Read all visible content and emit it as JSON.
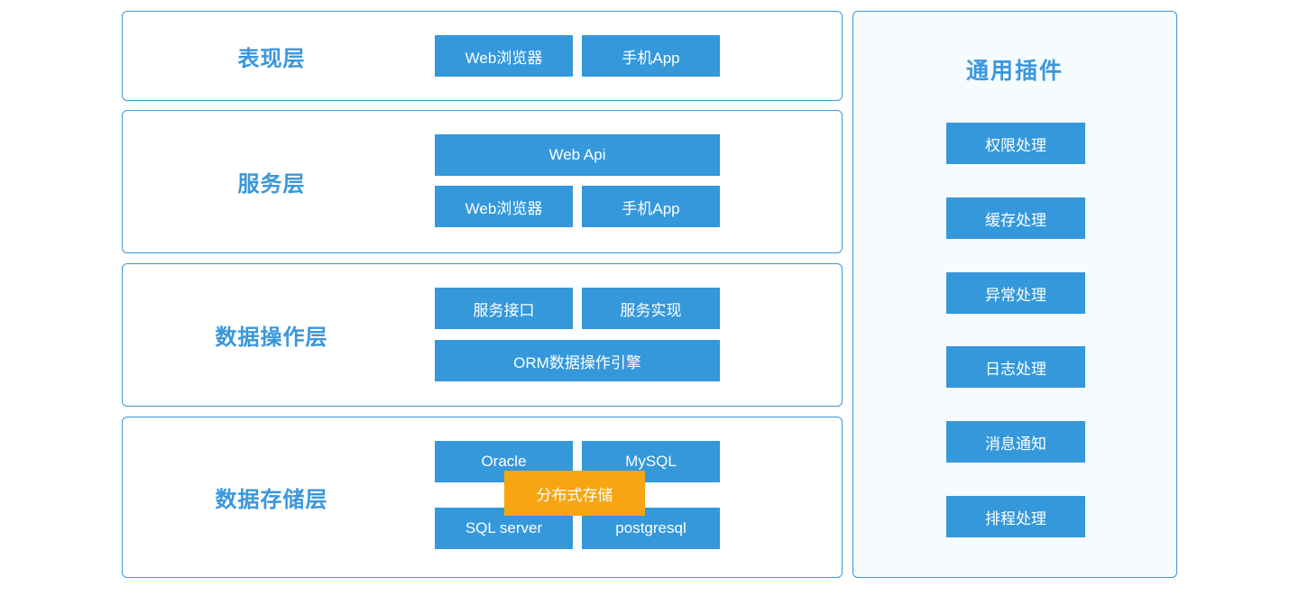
{
  "layers": [
    {
      "label": "表现层",
      "buttons": [
        "Web浏览器",
        "手机App"
      ]
    },
    {
      "label": "服务层",
      "buttons": [
        "Web Api",
        "Web浏览器",
        "手机App"
      ]
    },
    {
      "label": "数据操作层",
      "buttons": [
        "服务接口",
        "服务实现",
        "ORM数据操作引擎"
      ]
    },
    {
      "label": "数据存储层",
      "buttons": [
        "Oracle",
        "MySQL",
        "SQL server",
        "postgresql"
      ],
      "overlay": "分布式存储"
    }
  ],
  "plugins": {
    "title": "通用插件",
    "items": [
      "权限处理",
      "缓存处理",
      "异常处理",
      "日志处理",
      "消息通知",
      "排程处理"
    ]
  },
  "colors": {
    "block_blue": "#3498db",
    "border_blue": "#3a97d8",
    "label_blue": "#3a97dd",
    "overlay_orange": "#f7a512",
    "panel_bg": "#f6fbfe",
    "block_text": "#ffffff"
  }
}
